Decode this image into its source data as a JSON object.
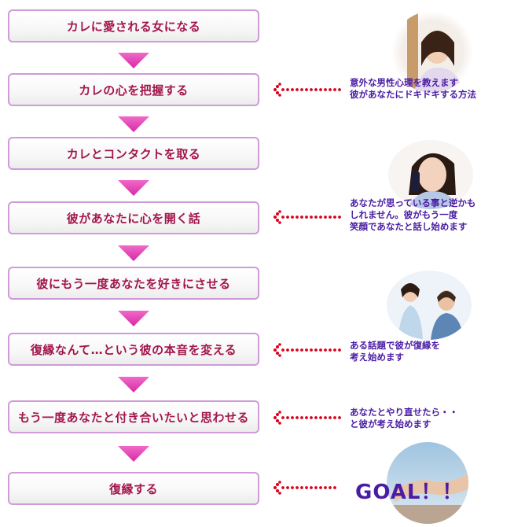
{
  "steps": [
    "カレに愛される女になる",
    "カレの心を把握する",
    "カレとコンタクトを取る",
    "彼があなたに心を開く話",
    "彼にもう一度あなたを好きにさせる",
    "復縁なんて…という彼の本音を変える",
    "もう一度あなたと付き合いたいと思わせる",
    "復縁する"
  ],
  "notes": {
    "n1": [
      "意外な男性心理を教えます",
      "彼があなたにドキドキする方法"
    ],
    "n2": [
      "あなたが思っている事と逆かも",
      "しれません。彼がもう一度",
      "笑顔であなたと話し始めます"
    ],
    "n3": [
      "ある話題で彼が復縁を",
      "考え始めます"
    ],
    "n4": [
      "あなたとやり直せたら・・",
      "と彼が考え始めます"
    ],
    "goal": "GOAL！！"
  },
  "colors": {
    "step_text": "#a3164c",
    "step_border": "#cf9bd8",
    "arrow_pink": "#e23fb3",
    "dots_red": "#d8001a",
    "note_text": "#4a1ca3"
  },
  "photos": [
    "woman-leaning-photo",
    "woman-on-phone-photo",
    "couple-photo",
    "hands-holding-photo"
  ]
}
